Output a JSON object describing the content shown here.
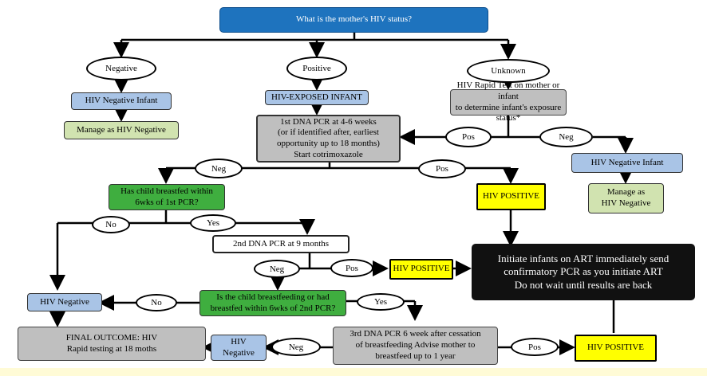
{
  "nodes": {
    "q_status": "What is the mother's HIV status?",
    "oval_negative": "Negative",
    "oval_positive": "Positive",
    "oval_unknown": "Unknown",
    "hiv_negative_infant_left": "HIV Negative Infant",
    "manage_negative_left": "Manage as HIV Negative",
    "hiv_exposed_infant": "HIV-EXPOSED INFANT",
    "rapid_test": "HIV Rapid Test on mother or infant\nto determine infant's exposure status*",
    "first_pcr": "1st DNA PCR at 4-6 weeks\n(or if identified after, earliest\nopportunity up to 18 months)\nStart cotrimoxazole",
    "oval_pos_1": "Pos",
    "oval_neg_1": "Neg",
    "hiv_negative_infant_right": "HIV Negative Infant",
    "manage_negative_right": "Manage as\nHIV Negative",
    "oval_neg_2": "Neg",
    "oval_pos_2": "Pos",
    "breastfed_q1": "Has child breastfed within\n6wks of 1st PCR?",
    "hiv_positive_1": "HIV POSITIVE",
    "oval_no_1": "No",
    "oval_yes_1": "Yes",
    "second_pcr": "2nd DNA PCR at 9 months",
    "oval_neg_3": "Neg",
    "oval_pos_3": "Pos",
    "hiv_positive_2": "HIV POSITIVE",
    "initiate_art": "Initiate infants on ART immediately send\nconfirmatory PCR as you initiate ART\nDo not wait until results are back",
    "hiv_negative_mid": "HIV Negative",
    "oval_no_2": "No",
    "breastfed_q2": "Is the child breastfeeding or had\nbreastfed within 6wks of 2nd PCR?",
    "oval_yes_2": "Yes",
    "final_outcome": "FINAL OUTCOME: HIV\nRapid testing at 18 moths",
    "hiv_negative_small": "HIV\nNegative",
    "oval_neg_4": "Neg",
    "third_pcr": "3rd DNA PCR 6 week after cessation\nof breastfeeding Advise mother to\nbreastfeed up to 1 year",
    "oval_pos_4": "Pos",
    "hiv_positive_3": "HIV POSITIVE"
  },
  "colors": {
    "dark_blue": "#1e73be",
    "light_blue": "#a9c4e6",
    "light_green": "#d1e3b0",
    "dark_green": "#3fae3f",
    "grey": "#bfbfbf",
    "yellow": "#ffff00",
    "black": "#111111"
  }
}
